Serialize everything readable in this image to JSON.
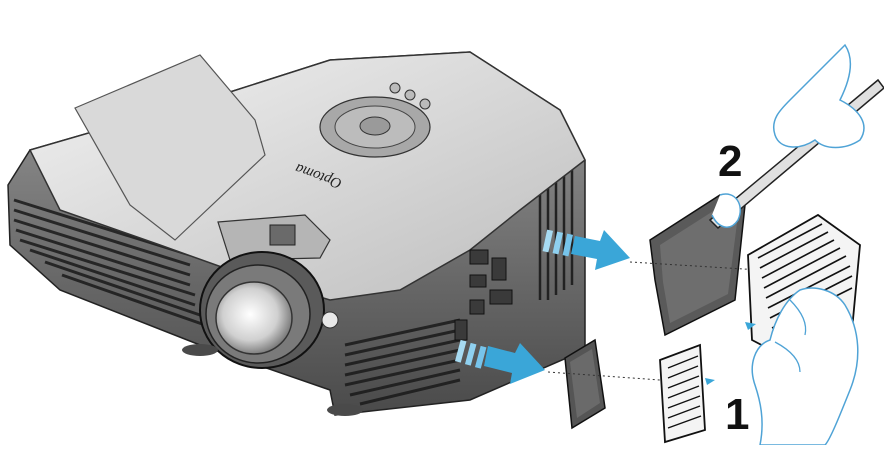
{
  "diagram": {
    "brand_logo": "Optoma",
    "steps": [
      {
        "number": "1",
        "label_icon": "filter-cover-removal"
      },
      {
        "number": "2",
        "label_icon": "filter-cleaning-brush"
      }
    ],
    "colors": {
      "arrow": "#3aa6d8",
      "outline": "#222222",
      "projector_body": "#e6e6e6",
      "projector_shadow": "#8a8a8a",
      "hand_fill": "#ffffff",
      "hand_stroke": "#4fa3d6"
    }
  }
}
